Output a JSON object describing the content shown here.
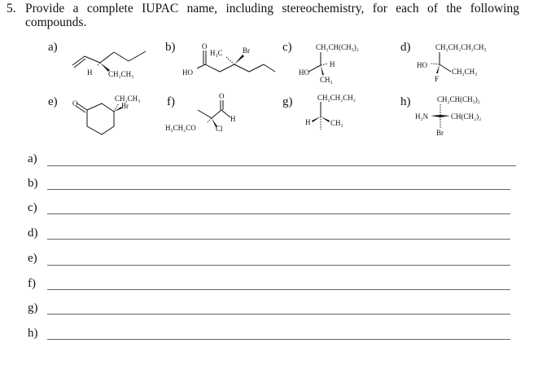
{
  "question": {
    "number": "5.",
    "text": "Provide a complete IUPAC name, including stereochemistry, for each of the following compounds."
  },
  "structures": [
    {
      "label": "a)",
      "groups": [
        "H",
        "CH₂CH₃"
      ]
    },
    {
      "label": "b)",
      "groups": [
        "O",
        "HO",
        "H₃C",
        "Br"
      ]
    },
    {
      "label": "c)",
      "groups": [
        "CH₂CH(CH₃)₂",
        "HO",
        "H",
        "CH₃"
      ]
    },
    {
      "label": "d)",
      "groups": [
        "CH₂CH₂CH₂CH₃",
        "HO",
        "CH₂CH₃",
        "F"
      ]
    },
    {
      "label": "e)",
      "groups": [
        "O",
        "CH₂CH₃",
        "Br"
      ]
    },
    {
      "label": "f)",
      "groups": [
        "O",
        "H",
        "H₃CH₂CO",
        "Cl"
      ]
    },
    {
      "label": "g)",
      "groups": [
        "CH₂CH₂CH₂",
        "H",
        "CH₃"
      ]
    },
    {
      "label": "h)",
      "groups": [
        "CH₂CH(CH₃)₂",
        "H₂N",
        "CH(CH₂)₂",
        "Br"
      ]
    }
  ],
  "answers": [
    {
      "label": "a)",
      "value": ""
    },
    {
      "label": "b)",
      "value": ""
    },
    {
      "label": "c)",
      "value": ""
    },
    {
      "label": "d)",
      "value": ""
    },
    {
      "label": "e)",
      "value": ""
    },
    {
      "label": "f)",
      "value": ""
    },
    {
      "label": "g)",
      "value": ""
    },
    {
      "label": "h)",
      "value": ""
    }
  ]
}
